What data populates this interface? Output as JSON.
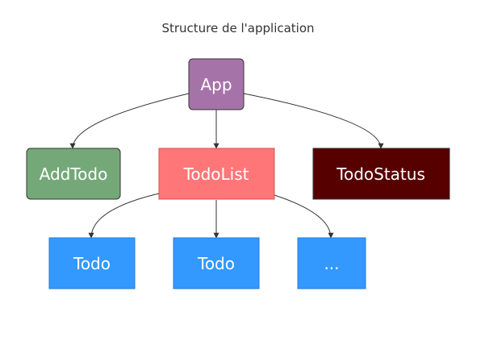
{
  "diagram": {
    "title": "Structure de l'application",
    "nodes": [
      {
        "id": "app",
        "label": "App",
        "fill": "#a673a9",
        "stroke": "#333333"
      },
      {
        "id": "addtodo",
        "label": "AddTodo",
        "fill": "#74a878",
        "stroke": "#333333"
      },
      {
        "id": "todolist",
        "label": "TodoList",
        "fill": "#ff7679",
        "stroke": "#d9534f"
      },
      {
        "id": "todostatus",
        "label": "TodoStatus",
        "fill": "#570000",
        "stroke": "#333333"
      },
      {
        "id": "todo1",
        "label": "Todo",
        "fill": "#3399ff",
        "stroke": "#2a7bd4"
      },
      {
        "id": "todo2",
        "label": "Todo",
        "fill": "#3399ff",
        "stroke": "#2a7bd4"
      },
      {
        "id": "more",
        "label": "...",
        "fill": "#3399ff",
        "stroke": "#2a7bd4"
      }
    ],
    "edges": [
      {
        "from": "app",
        "to": "addtodo"
      },
      {
        "from": "app",
        "to": "todolist"
      },
      {
        "from": "app",
        "to": "todostatus"
      },
      {
        "from": "todolist",
        "to": "todo1"
      },
      {
        "from": "todolist",
        "to": "todo2"
      },
      {
        "from": "todolist",
        "to": "more"
      }
    ],
    "edge_color": "#333333"
  }
}
